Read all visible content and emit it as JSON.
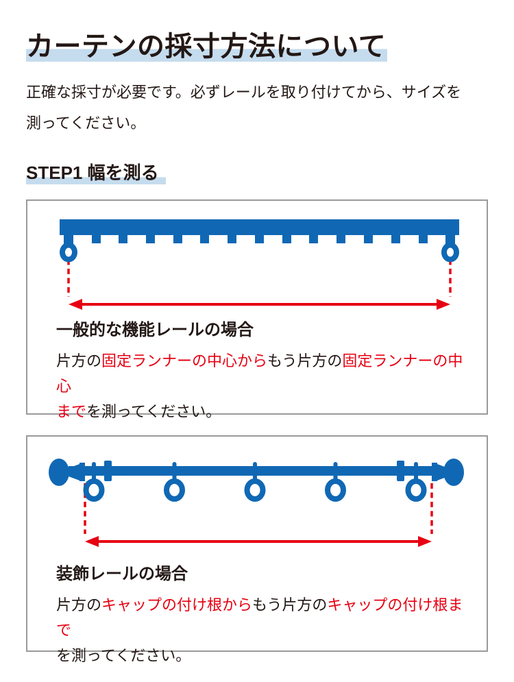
{
  "colors": {
    "blue": "#1068b4",
    "red": "#e60012",
    "highlight": "#c5dcee",
    "ink": "#231815",
    "border": "#9a9a9b"
  },
  "title": "カーテンの採寸方法について",
  "intro": "正確な採寸が必要です。必ずレールを取り付けてから、サイズを\n測ってください。",
  "step1": {
    "label": "STEP1 幅を測る"
  },
  "panels": [
    {
      "heading": "一般的な機能レールの場合",
      "body_segments": [
        {
          "text": "片方の",
          "red": false
        },
        {
          "text": "固定ランナーの中心から",
          "red": true
        },
        {
          "text": "もう片方の",
          "red": false
        },
        {
          "text": "固定ランナーの中心\nまで",
          "red": true
        },
        {
          "text": "を測ってください。",
          "red": false
        }
      ]
    },
    {
      "heading": "装飾レールの場合",
      "body_segments": [
        {
          "text": "片方の",
          "red": false
        },
        {
          "text": "キャップの付け根から",
          "red": true
        },
        {
          "text": "もう片方の",
          "red": false
        },
        {
          "text": "キャップの付け根まで",
          "red": true
        },
        {
          "text": "\nを測ってください。",
          "red": false
        }
      ]
    }
  ]
}
